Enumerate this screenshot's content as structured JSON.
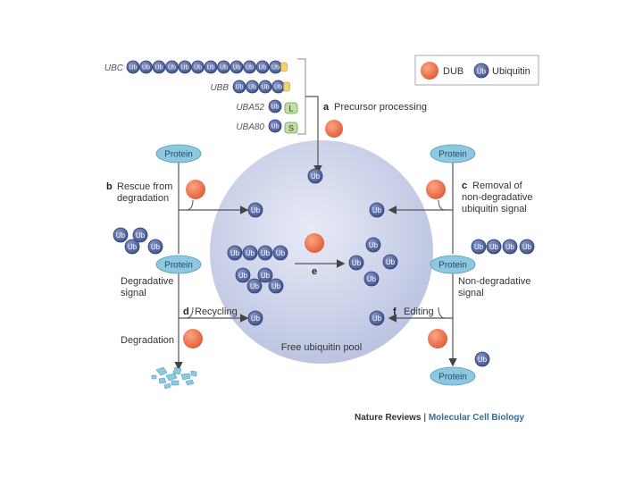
{
  "legend": {
    "dub": "DUB",
    "ubiquitin": "Ubiquitin"
  },
  "genes": {
    "ubc": "UBC",
    "ubb": "UBB",
    "uba52": "UBA52",
    "uba80": "UBA80",
    "l": "L",
    "s": "S"
  },
  "labels": {
    "ub": "Ub",
    "protein": "Protein",
    "a_letter": "a",
    "a_text": "Precursor processing",
    "b_letter": "b",
    "b_text1": "Rescue from",
    "b_text2": "degradation",
    "c_letter": "c",
    "c_text1": "Removal of",
    "c_text2": "non-degradative",
    "c_text3": "ubiquitin signal",
    "d_letter": "d",
    "d_text": "Recycling",
    "e_letter": "e",
    "f_letter": "f",
    "f_text": "Editing",
    "degradative1": "Degradative",
    "degradative2": "signal",
    "nondeg1": "Non-degradative",
    "nondeg2": "signal",
    "degradation": "Degradation",
    "pool": "Free ubiquitin pool"
  },
  "footer": {
    "journal": "Nature Reviews",
    "separator": " | ",
    "section": "Molecular Cell Biology"
  },
  "colors": {
    "dub": "#e8704c",
    "ub": "#5a6fa8",
    "protein": "#8ec8e0",
    "pool": "#c9cfe6",
    "arrow": "#4a4a4a",
    "tail_yellow": "#f2d06b",
    "tail_green": "#bfe0a0",
    "section": "#2d6f9a"
  }
}
